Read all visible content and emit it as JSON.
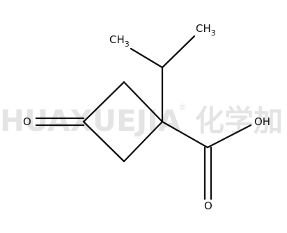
{
  "watermark": {
    "latin": "HUAXUEJIA",
    "registered": "®",
    "cjk": "化学加"
  },
  "atoms": {
    "ketone_o": "O",
    "acid_oh": "OH",
    "acid_o": "O",
    "methyl_left_c": "CH",
    "methyl_left_sub": "3",
    "methyl_right_c": "CH",
    "methyl_right_sub": "3"
  },
  "colors": {
    "bond": "#111111",
    "label": "#111111",
    "watermark": "#e4e4e4"
  }
}
